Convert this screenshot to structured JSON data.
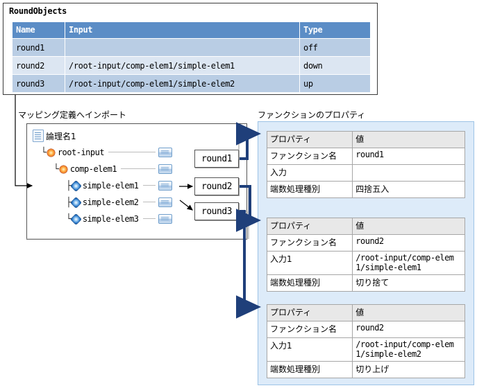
{
  "round_objects": {
    "panel_title": "RoundObjects",
    "columns": [
      "Name",
      "Input",
      "Type"
    ],
    "rows": [
      {
        "name": "round1",
        "input": "",
        "type": "off"
      },
      {
        "name": "round2",
        "input": "/root-input/comp-elem1/simple-elem1",
        "type": "down"
      },
      {
        "name": "round3",
        "input": "/root-input/comp-elem1/simple-elem2",
        "type": "up"
      }
    ]
  },
  "captions": {
    "mapping": "マッピング定義へインポート",
    "function": "ファンクションのプロパティ"
  },
  "tree": {
    "root": "論理名1",
    "nodes": [
      {
        "label": "root-input",
        "icon": "orange-node-icon"
      },
      {
        "label": "comp-elem1",
        "icon": "orange-node-icon"
      },
      {
        "label": "simple-elem1",
        "icon": "blue-diamond-icon"
      },
      {
        "label": "simple-elem2",
        "icon": "blue-diamond-icon"
      },
      {
        "label": "simple-elem3",
        "icon": "blue-diamond-icon"
      }
    ]
  },
  "round_boxes": [
    {
      "label": "round1"
    },
    {
      "label": "round2"
    },
    {
      "label": "round3"
    }
  ],
  "function_properties": {
    "headers": [
      "プロパティ",
      "値"
    ],
    "tables": [
      {
        "rows": [
          {
            "key": "ファンクション名",
            "value": "round1",
            "value_mono": true
          },
          {
            "key": "入力",
            "value": "",
            "value_mono": true
          },
          {
            "key": "端数処理種別",
            "value": "四捨五入",
            "value_mono": false
          }
        ]
      },
      {
        "rows": [
          {
            "key": "ファンクション名",
            "value": "round2",
            "value_mono": true
          },
          {
            "key": "入力1",
            "value": "/root-input/comp-elem1/simple-elem1",
            "value_mono": true
          },
          {
            "key": "端数処理種別",
            "value": "切り捨て",
            "value_mono": false
          }
        ]
      },
      {
        "rows": [
          {
            "key": "ファンクション名",
            "value": "round2",
            "value_mono": true
          },
          {
            "key": "入力1",
            "value": "/root-input/comp-elem1/simple-elem2",
            "value_mono": true
          },
          {
            "key": "端数処理種別",
            "value": "切り上げ",
            "value_mono": false
          }
        ]
      }
    ]
  },
  "colors": {
    "table_header_blue": "#5b8dc6",
    "row_dark": "#b9cde4",
    "row_light": "#dce6f2",
    "panel_bg": "#ddebf9",
    "panel_border": "#9dc3e6",
    "connector_blue": "#1f3f7a",
    "prop_header_gray": "#e8e8e8"
  }
}
